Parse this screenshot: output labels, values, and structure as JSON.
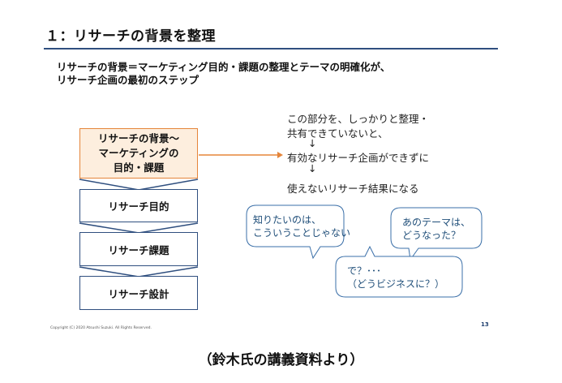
{
  "slide": {
    "title": "１：リサーチの背景を整理",
    "subtitle_line1": "リサーチの背景＝マーケティング目的・課題の整理とテーマの明確化が、",
    "subtitle_line2": "リサーチ企画の最初のステップ",
    "flow": {
      "box1_line1": "リサーチの背景～",
      "box1_line2": "マーケティングの",
      "box1_line3": "目的・課題",
      "box2": "リサーチ目的",
      "box3": "リサーチ課題",
      "box4": "リサーチ設計"
    },
    "right_text": {
      "line1": "この部分を、しっかりと整理・",
      "line2": "共有できていないと、",
      "arrow1": "↓",
      "line3": "有効なリサーチ企画ができずに",
      "arrow2": "↓",
      "line4": "使えないリサーチ結果になる"
    },
    "bubbles": {
      "bubble1_line1": "知りたいのは、",
      "bubble1_line2": "こういうことじゃない",
      "bubble2_line1": "あのテーマは、",
      "bubble2_line2": "どうなった？",
      "bubble3_line1": "で？･･･",
      "bubble3_line2": "（どうビジネスに？）"
    },
    "copyright": "Copyright (C) 2020 Atsushi Suzuki. All Rights Reserved.",
    "page_number": "13"
  },
  "caption": "（鈴木氏の講義資料より）",
  "colors": {
    "title_rule": "#2f4f7f",
    "box_border": "#2f4f7f",
    "highlight_border": "#e5853a",
    "highlight_fill": "#fdeede",
    "bubble_text": "#1f4e79"
  }
}
